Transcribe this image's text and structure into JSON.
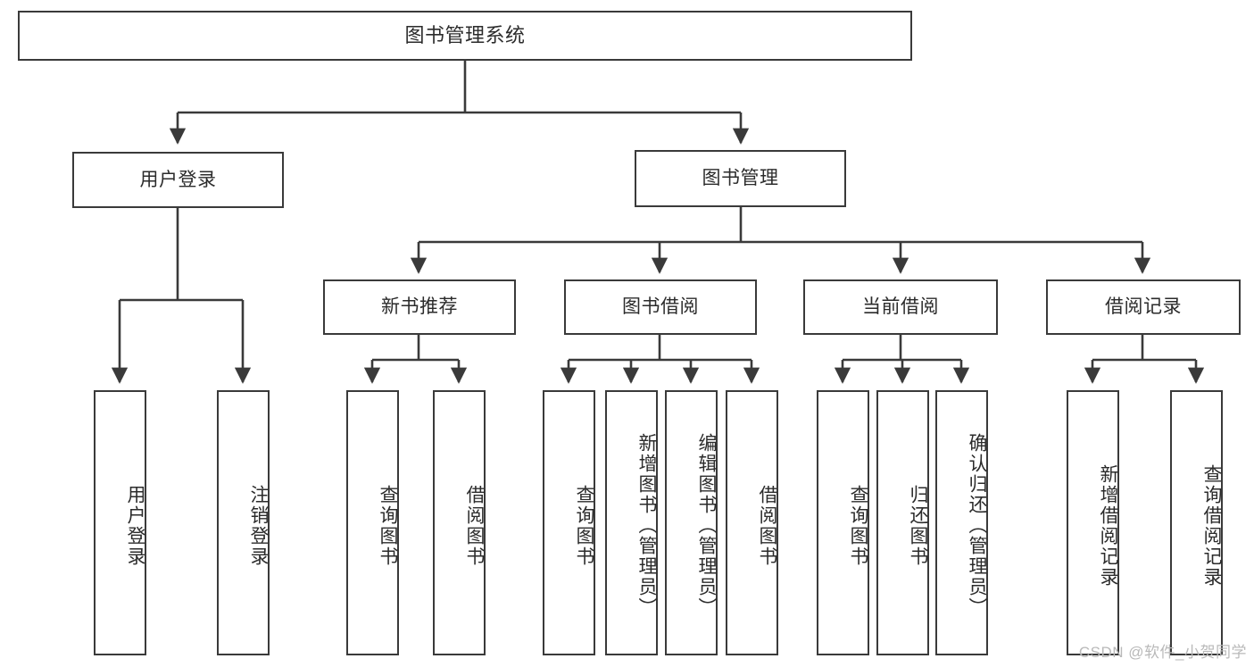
{
  "diagram": {
    "type": "tree-flowchart",
    "title": "图书管理系统",
    "watermark": "CSDN @软件_小贺同学",
    "colors": {
      "box_border": "#3a3a3a",
      "line": "#3a3a3a",
      "text": "#2b2b2b",
      "background": "#ffffff",
      "watermark": "#b9b9b9"
    },
    "nodes": {
      "root": {
        "label": "图书管理系统"
      },
      "level1": [
        {
          "id": "user-login",
          "label": "用户登录"
        },
        {
          "id": "book-manage",
          "label": "图书管理"
        }
      ],
      "level2": [
        {
          "id": "new-book-recommend",
          "label": "新书推荐"
        },
        {
          "id": "book-borrow",
          "label": "图书借阅"
        },
        {
          "id": "current-borrow",
          "label": "当前借阅"
        },
        {
          "id": "borrow-record",
          "label": "借阅记录"
        }
      ],
      "leaves": {
        "user-login": [
          {
            "id": "leaf-user-login",
            "label": "用户登录"
          },
          {
            "id": "leaf-logout-login",
            "label": "注销登录"
          }
        ],
        "new-book-recommend": [
          {
            "id": "leaf-query-book-1",
            "label": "查询图书"
          },
          {
            "id": "leaf-borrow-book-1",
            "label": "借阅图书"
          }
        ],
        "book-borrow": [
          {
            "id": "leaf-query-book-2",
            "label": "查询图书"
          },
          {
            "id": "leaf-add-book",
            "label": "新增图书（管理员）"
          },
          {
            "id": "leaf-edit-book",
            "label": "编辑图书（管理员）"
          },
          {
            "id": "leaf-borrow-book-2",
            "label": "借阅图书"
          }
        ],
        "current-borrow": [
          {
            "id": "leaf-query-book-3",
            "label": "查询图书"
          },
          {
            "id": "leaf-return-book",
            "label": "归还图书"
          },
          {
            "id": "leaf-confirm-return",
            "label": "确认归还（管理员）"
          }
        ],
        "borrow-record": [
          {
            "id": "leaf-add-record",
            "label": "新增借阅记录"
          },
          {
            "id": "leaf-query-record",
            "label": "查询借阅记录"
          }
        ]
      }
    }
  }
}
